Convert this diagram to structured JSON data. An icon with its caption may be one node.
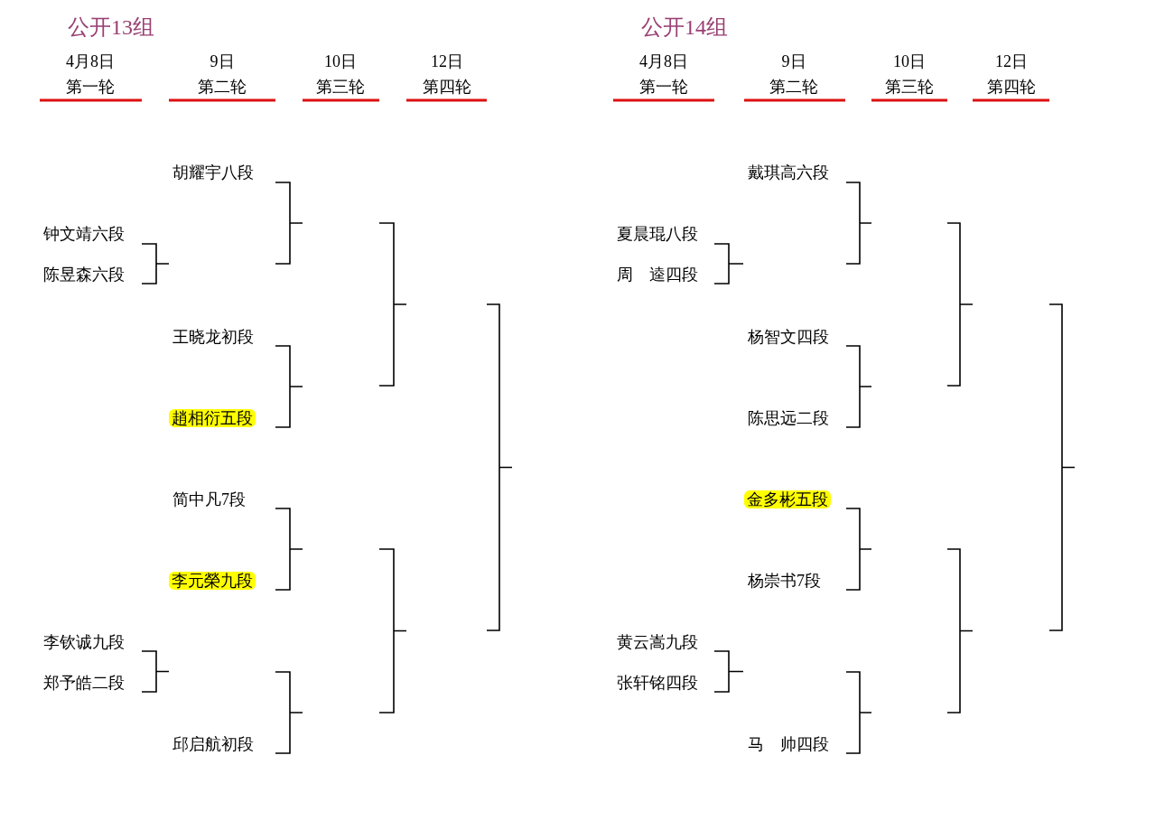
{
  "diagram": {
    "nodes": [
      {
        "text": [
          "胡耀宇八段"
        ]
      },
      {
        "text": [
          "钟文靖六段"
        ]
      },
      {
        "text": [
          "陈昱森六段"
        ]
      },
      {
        "text": [
          "王晓龙初段"
        ]
      },
      {
        "text": [
          "趙相衍五段"
        ]
      },
      {
        "text": [
          "简中凡7段"
        ]
      },
      {
        "text": [
          "李元榮九段"
        ]
      },
      {
        "text": [
          "李钦诚九段"
        ]
      },
      {
        "text": [
          "郑予皓二段"
        ]
      },
      {
        "text": [
          "邱启航初段"
        ]
      },
      {
        "text": [
          "戴琪高六段"
        ]
      },
      {
        "text": [
          "夏晨琨八段"
        ]
      },
      {
        "text": [
          "周　逵四段"
        ]
      },
      {
        "text": [
          "杨智文四段"
        ]
      },
      {
        "text": [
          "陈思远二段"
        ]
      },
      {
        "text": [
          "金多彬五段"
        ]
      },
      {
        "text": [
          "杨崇书7段"
        ]
      },
      {
        "text": [
          "黄云嵩九段"
        ]
      },
      {
        "text": [
          "张轩铭四段"
        ]
      },
      {
        "text": [
          "马　帅四段"
        ]
      }
    ],
    "edges": [
      {
        "from": 1,
        "to": 2,
        "arrow": "none"
      },
      {
        "from": 0,
        "to": null,
        "arrow": "none"
      },
      {
        "from": 3,
        "to": 4,
        "arrow": "none"
      },
      {
        "from": 5,
        "to": 6,
        "arrow": "none"
      },
      {
        "from": 7,
        "to": 8,
        "arrow": "none"
      },
      {
        "from": 9,
        "to": null,
        "arrow": "none"
      },
      {
        "from": 11,
        "to": 12,
        "arrow": "none"
      },
      {
        "from": 10,
        "to": null,
        "arrow": "none"
      },
      {
        "from": 13,
        "to": 14,
        "arrow": "none"
      },
      {
        "from": 15,
        "to": 16,
        "arrow": "none"
      },
      {
        "from": 17,
        "to": 18,
        "arrow": "none"
      },
      {
        "from": 19,
        "to": null,
        "arrow": "none"
      }
    ],
    "labels": [
      "公开13组",
      "4月8日",
      "9日",
      "10日",
      "12日",
      "第一轮",
      "第二轮",
      "第三轮",
      "第四轮",
      "公开14组",
      "4月8日",
      "9日",
      "10日",
      "12日",
      "第一轮",
      "第二轮",
      "第三轮",
      "第四轮"
    ]
  }
}
